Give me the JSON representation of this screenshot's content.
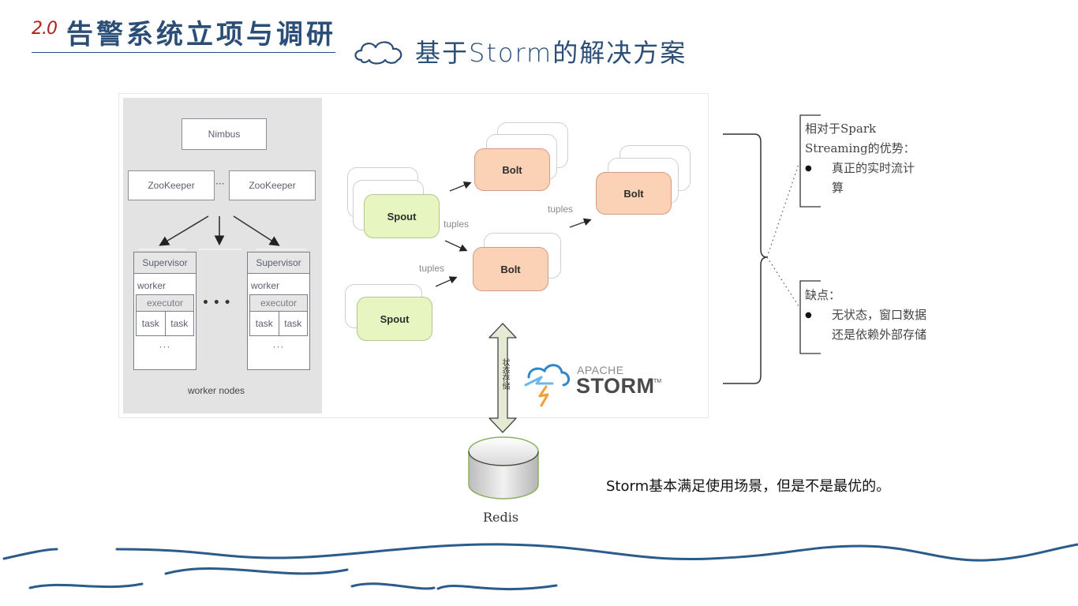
{
  "slide": {
    "section_number": "2.0",
    "title": "告警系统立项与调研",
    "subtitle": "基于Storm的解决方案"
  },
  "cluster": {
    "nimbus": "Nimbus",
    "zookeeper_left": "ZooKeeper",
    "zookeeper_sep": "···",
    "zookeeper_right": "ZooKeeper",
    "supervisors": [
      {
        "header": "Supervisor",
        "worker": "worker",
        "executor": "executor",
        "tasks": [
          "task",
          "task"
        ],
        "more": "···"
      },
      {
        "header": "Supervisor",
        "worker": "worker",
        "executor": "executor",
        "tasks": [
          "task",
          "task"
        ],
        "more": "···"
      }
    ],
    "supervisor_sep": "• • •",
    "footer": "worker nodes"
  },
  "topology": {
    "spouts": [
      "Spout",
      "Spout"
    ],
    "bolts": [
      "Bolt",
      "Bolt",
      "Bolt"
    ],
    "tuple_labels": [
      "tuples",
      "tuples",
      "tuples"
    ],
    "storage_arrow_label": "状态存储",
    "database": "Redis",
    "logo": {
      "line1": "APACHE",
      "line2": "STORM",
      "tm": "TM"
    }
  },
  "comparison": {
    "advantages": {
      "heading_line1": "相对于Spark",
      "heading_line2": "Streaming的优势：",
      "bullet": "●",
      "items": [
        {
          "line1": "真正的实时流计",
          "line2": "算"
        }
      ]
    },
    "disadvantages": {
      "heading": "缺点：",
      "bullet": "●",
      "items": [
        {
          "line1": "无状态，窗口数据",
          "line2": "还是依赖外部存储"
        }
      ]
    }
  },
  "conclusion": "Storm基本满足使用场景，但是不是最优的。",
  "colors": {
    "brand_blue": "#2b4e77",
    "accent_red": "#b0201d",
    "spout_fill": "#e7f5c1",
    "bolt_fill": "#fcd2b7",
    "storm_blue": "#2f87c8",
    "storm_orange": "#f0a035"
  }
}
